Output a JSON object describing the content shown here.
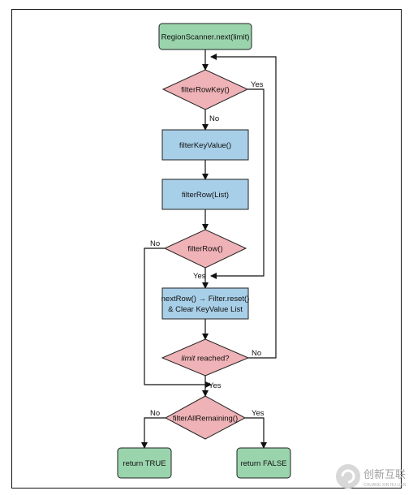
{
  "flowchart": {
    "start": "RegionScanner.next(limit)",
    "filter_row_key": "filterRowKey()",
    "filter_key_value": "filterKeyValue()",
    "filter_row_list": "filterRow(List)",
    "filter_row": "filterRow()",
    "next_row_line1": "nextRow() → Filter.reset()",
    "next_row_line2": "& Clear KeyValue List",
    "limit_reached_em": "limit",
    "limit_reached_rest": " reached?",
    "filter_all_remaining": "filterAllRemaining()",
    "return_true": "return TRUE",
    "return_false": "return FALSE",
    "yes": "Yes",
    "no": "No"
  },
  "watermark": {
    "cn": "创新互联",
    "en": "CHUANG XIN HU LIAN"
  },
  "colors": {
    "terminal": "#9ad4ad",
    "process": "#a8cfe8",
    "decision": "#efb2b6",
    "line": "#111111"
  }
}
